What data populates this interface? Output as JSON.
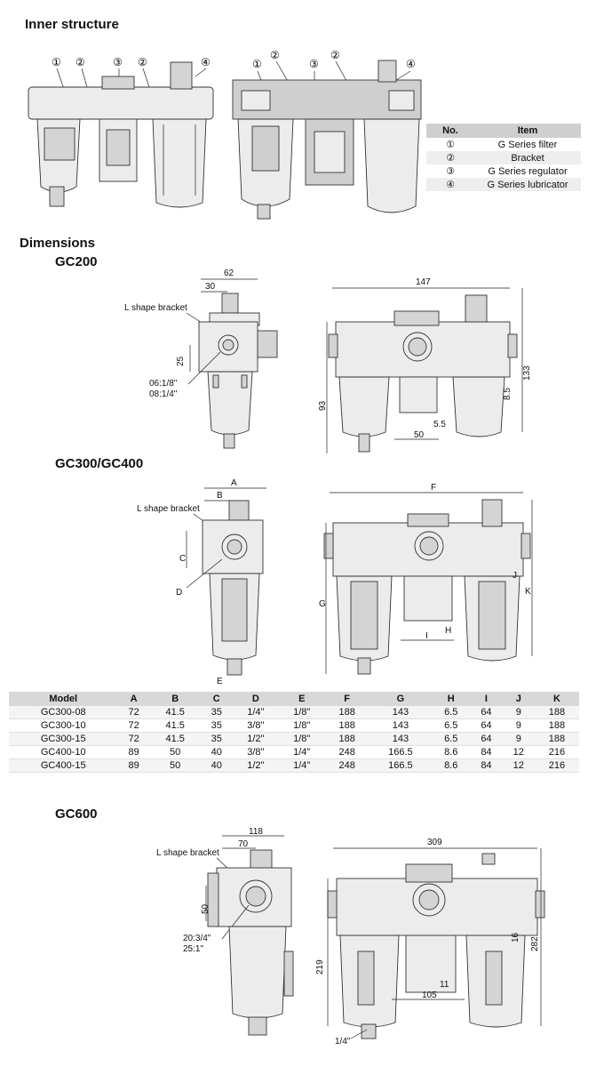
{
  "headings": {
    "inner_structure": "Inner structure",
    "dimensions": "Dimensions",
    "gc200": "GC200",
    "gc300_400": "GC300/GC400",
    "gc600": "GC600"
  },
  "callouts": [
    "①",
    "②",
    "③",
    "②",
    "④"
  ],
  "legend": {
    "headers": [
      "No.",
      "Item"
    ],
    "rows": [
      {
        "no": "①",
        "item": "G Series filter"
      },
      {
        "no": "②",
        "item": "Bracket"
      },
      {
        "no": "③",
        "item": "G Series regulator"
      },
      {
        "no": "④",
        "item": "G Series lubricator"
      }
    ]
  },
  "gc200": {
    "bracket_label": "L shape bracket",
    "dims_side": [
      "62",
      "30",
      "25"
    ],
    "port_labels": [
      "06:1/8\"",
      "08:1/4\""
    ],
    "dims_front": [
      "147",
      "93",
      "133",
      "8.5",
      "5.5",
      "50"
    ]
  },
  "gc300": {
    "bracket_label": "L shape bracket",
    "letters_side": [
      "A",
      "B",
      "C",
      "D",
      "E"
    ],
    "letters_front": [
      "F",
      "G",
      "H",
      "I",
      "J",
      "K"
    ]
  },
  "spec_table": {
    "headers": [
      "Model",
      "A",
      "B",
      "C",
      "D",
      "E",
      "F",
      "G",
      "H",
      "I",
      "J",
      "K"
    ],
    "rows": [
      [
        "GC300-08",
        "72",
        "41.5",
        "35",
        "1/4\"",
        "1/8\"",
        "188",
        "143",
        "6.5",
        "64",
        "9",
        "188"
      ],
      [
        "GC300-10",
        "72",
        "41.5",
        "35",
        "3/8\"",
        "1/8\"",
        "188",
        "143",
        "6.5",
        "64",
        "9",
        "188"
      ],
      [
        "GC300-15",
        "72",
        "41.5",
        "35",
        "1/2\"",
        "1/8\"",
        "188",
        "143",
        "6.5",
        "64",
        "9",
        "188"
      ],
      [
        "GC400-10",
        "89",
        "50",
        "40",
        "3/8\"",
        "1/4\"",
        "248",
        "166.5",
        "8.6",
        "84",
        "12",
        "216"
      ],
      [
        "GC400-15",
        "89",
        "50",
        "40",
        "1/2\"",
        "1/4\"",
        "248",
        "166.5",
        "8.6",
        "84",
        "12",
        "216"
      ]
    ]
  },
  "gc600": {
    "bracket_label": "L shape bracket",
    "dims_side": [
      "118",
      "70",
      "50"
    ],
    "port_labels": [
      "20:3/4\"",
      "25:1\""
    ],
    "dims_front": [
      "309",
      "219",
      "282",
      "16",
      "11",
      "105",
      "1/4\""
    ]
  }
}
